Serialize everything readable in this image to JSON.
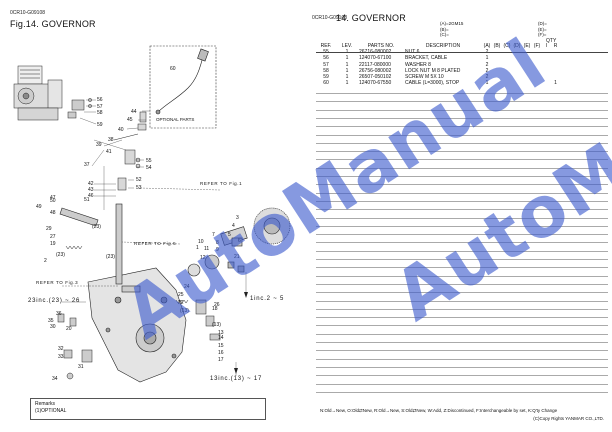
{
  "left_page": {
    "code": "0CR10-G09108",
    "title": "Fig.14.  GOVERNOR",
    "optional_label": "OPTIONAL PARTS",
    "refer_labels": [
      "REFER TO Fig.1",
      "REFER TO Fig.5",
      "REFER TO Fig.3"
    ],
    "range_labels": [
      "1inc.2 ~ 5",
      "23inc.(23) ~ 26",
      "13inc.(13) ~ 17"
    ],
    "callouts": [
      "60",
      "56",
      "57",
      "58",
      "59",
      "44",
      "45",
      "40",
      "38",
      "39",
      "41",
      "37",
      "55",
      "54",
      "52",
      "53",
      "42",
      "43",
      "46",
      "49",
      "50",
      "48",
      "47",
      "51",
      "(23)",
      "29",
      "27",
      "19",
      "(23)",
      "2",
      "3",
      "4",
      "5",
      "6",
      "7",
      "8",
      "9",
      "10",
      "11",
      "12",
      "1",
      "21",
      "(23)",
      "24",
      "25",
      "22",
      "(13)",
      "26",
      "36",
      "35",
      "30",
      "20",
      "18",
      "(13)",
      "13",
      "14",
      "15",
      "16",
      "17",
      "32",
      "33",
      "31",
      "34"
    ],
    "remarks_title": "Remarks",
    "remarks_text": "(1)OPTIONAL"
  },
  "right_page": {
    "code": "0CR10-G09108",
    "title": "14.  GOVERNOR",
    "header_options_left": [
      "(A)=2GM15",
      "(B)=",
      "(C)="
    ],
    "header_options_right": [
      "(D)=",
      "(E)=",
      "(F)="
    ],
    "columns": {
      "ref": "REF.",
      "lev": "LEV.",
      "part_no": "PARTS NO.",
      "description": "DESCRIPTION",
      "qty": "QTY",
      "qty_cols": [
        "(A)",
        "(B)",
        "(C)",
        "(D)",
        "(E)",
        "(F)"
      ],
      "i": "I",
      "r": "R"
    },
    "rows": [
      {
        "ref": "55",
        "lev": "1",
        "part_no": "26716-080002",
        "desc": "NUT 6",
        "qa": "2",
        "i": "",
        "r": ""
      },
      {
        "ref": "56",
        "lev": "1",
        "part_no": "124070-67100",
        "desc": "BRACKET, CABLE",
        "qa": "1",
        "i": "",
        "r": ""
      },
      {
        "ref": "57",
        "lev": "1",
        "part_no": "22117-080000",
        "desc": "WASHER  8",
        "qa": "2",
        "i": "",
        "r": ""
      },
      {
        "ref": "58",
        "lev": "1",
        "part_no": "26756-080002",
        "desc": "LOCK NUT M 8 PLATED",
        "qa": "2",
        "i": "",
        "r": ""
      },
      {
        "ref": "59",
        "lev": "1",
        "part_no": "26507-050102",
        "desc": "SCREW M 5X 10",
        "qa": "2",
        "i": "",
        "r": ""
      },
      {
        "ref": "60",
        "lev": "1",
        "part_no": "124070-67550",
        "desc": "CABLE (L=3000), STOP",
        "qa": "1",
        "i": "",
        "r": "1"
      }
    ],
    "footer_legend": "N:Old→New, O:Old⇄New, R:Old→New, S:Old⇄New, W:Add, Z:Discontinued, F:Interchangeable by set, K:Q'ty Change",
    "copyright": "(C)Copy Rights YANMAR CO.,LTD."
  },
  "watermarks": [
    "AutoManual",
    "AutoManual"
  ]
}
